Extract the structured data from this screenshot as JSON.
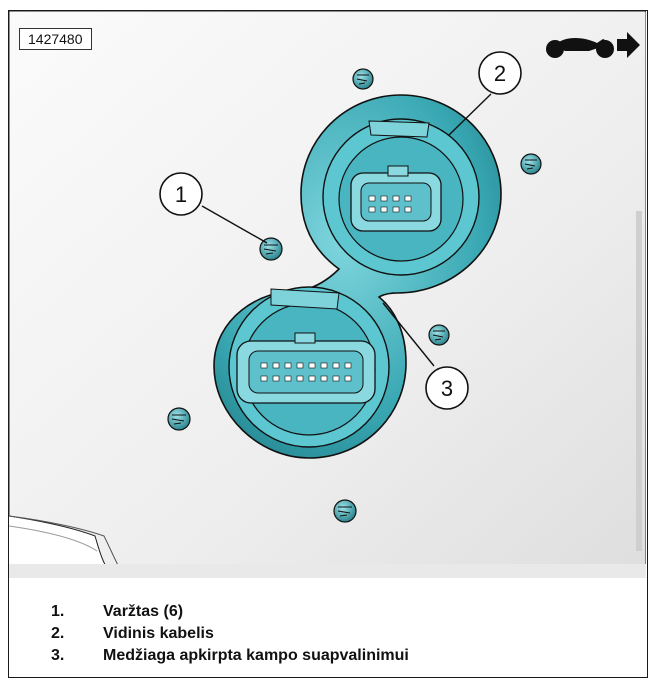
{
  "figure": {
    "id": "1427480",
    "orientation_icon": "motorcycle-forward-arrow-icon"
  },
  "callouts": [
    {
      "number": "1",
      "target": "screw"
    },
    {
      "number": "2",
      "target": "inner-cable-connector"
    },
    {
      "number": "3",
      "target": "material-trimmed-corner"
    }
  ],
  "legend": [
    {
      "num": "1.",
      "text": "Varžtas (6)"
    },
    {
      "num": "2.",
      "text": "Vidinis kabelis"
    },
    {
      "num": "3.",
      "text": "Medžiaga apkirpta kampo suapvalinimui"
    }
  ],
  "colors": {
    "panel_light": "#f4f4f4",
    "panel_shadow": "#d7d7d7",
    "connector_teal": "#2fa1ad",
    "connector_teal_light": "#5cc6d1",
    "outline": "#111111"
  }
}
